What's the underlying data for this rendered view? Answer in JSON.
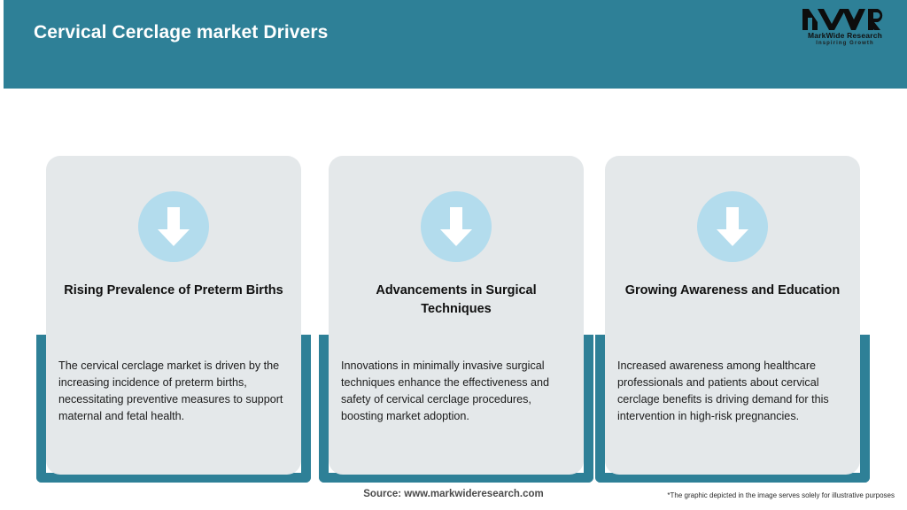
{
  "header": {
    "title": "Cervical Cerclage market Drivers",
    "background_color": "#2e8097",
    "title_color": "#ffffff"
  },
  "logo": {
    "mark": "MWR",
    "name": "MarkWide Research",
    "tagline": "Inspiring Growth"
  },
  "theme": {
    "accent_teal": "#2e8097",
    "card_grey": "#e4e8ea",
    "icon_blue": "#b3dced",
    "icon_arrow": "#ffffff"
  },
  "cards": [
    {
      "icon": "arrow-down-icon",
      "title": "Rising Prevalence of Preterm Births",
      "body": "The cervical cerclage market is driven by the increasing incidence of preterm births, necessitating preventive measures to support maternal and fetal health."
    },
    {
      "icon": "arrow-down-icon",
      "title": "Advancements in Surgical Techniques",
      "body": "Innovations in minimally invasive surgical techniques enhance the effectiveness and safety of cervical cerclage procedures, boosting market adoption."
    },
    {
      "icon": "arrow-down-icon",
      "title": "Growing Awareness and Education",
      "body": "Increased awareness among healthcare professionals and patients about cervical cerclage benefits is driving demand for this intervention in high-risk pregnancies."
    }
  ],
  "footer": {
    "source": "Source: www.markwideresearch.com",
    "disclaimer": "*The graphic depicted in the image serves solely for illustrative purposes"
  }
}
